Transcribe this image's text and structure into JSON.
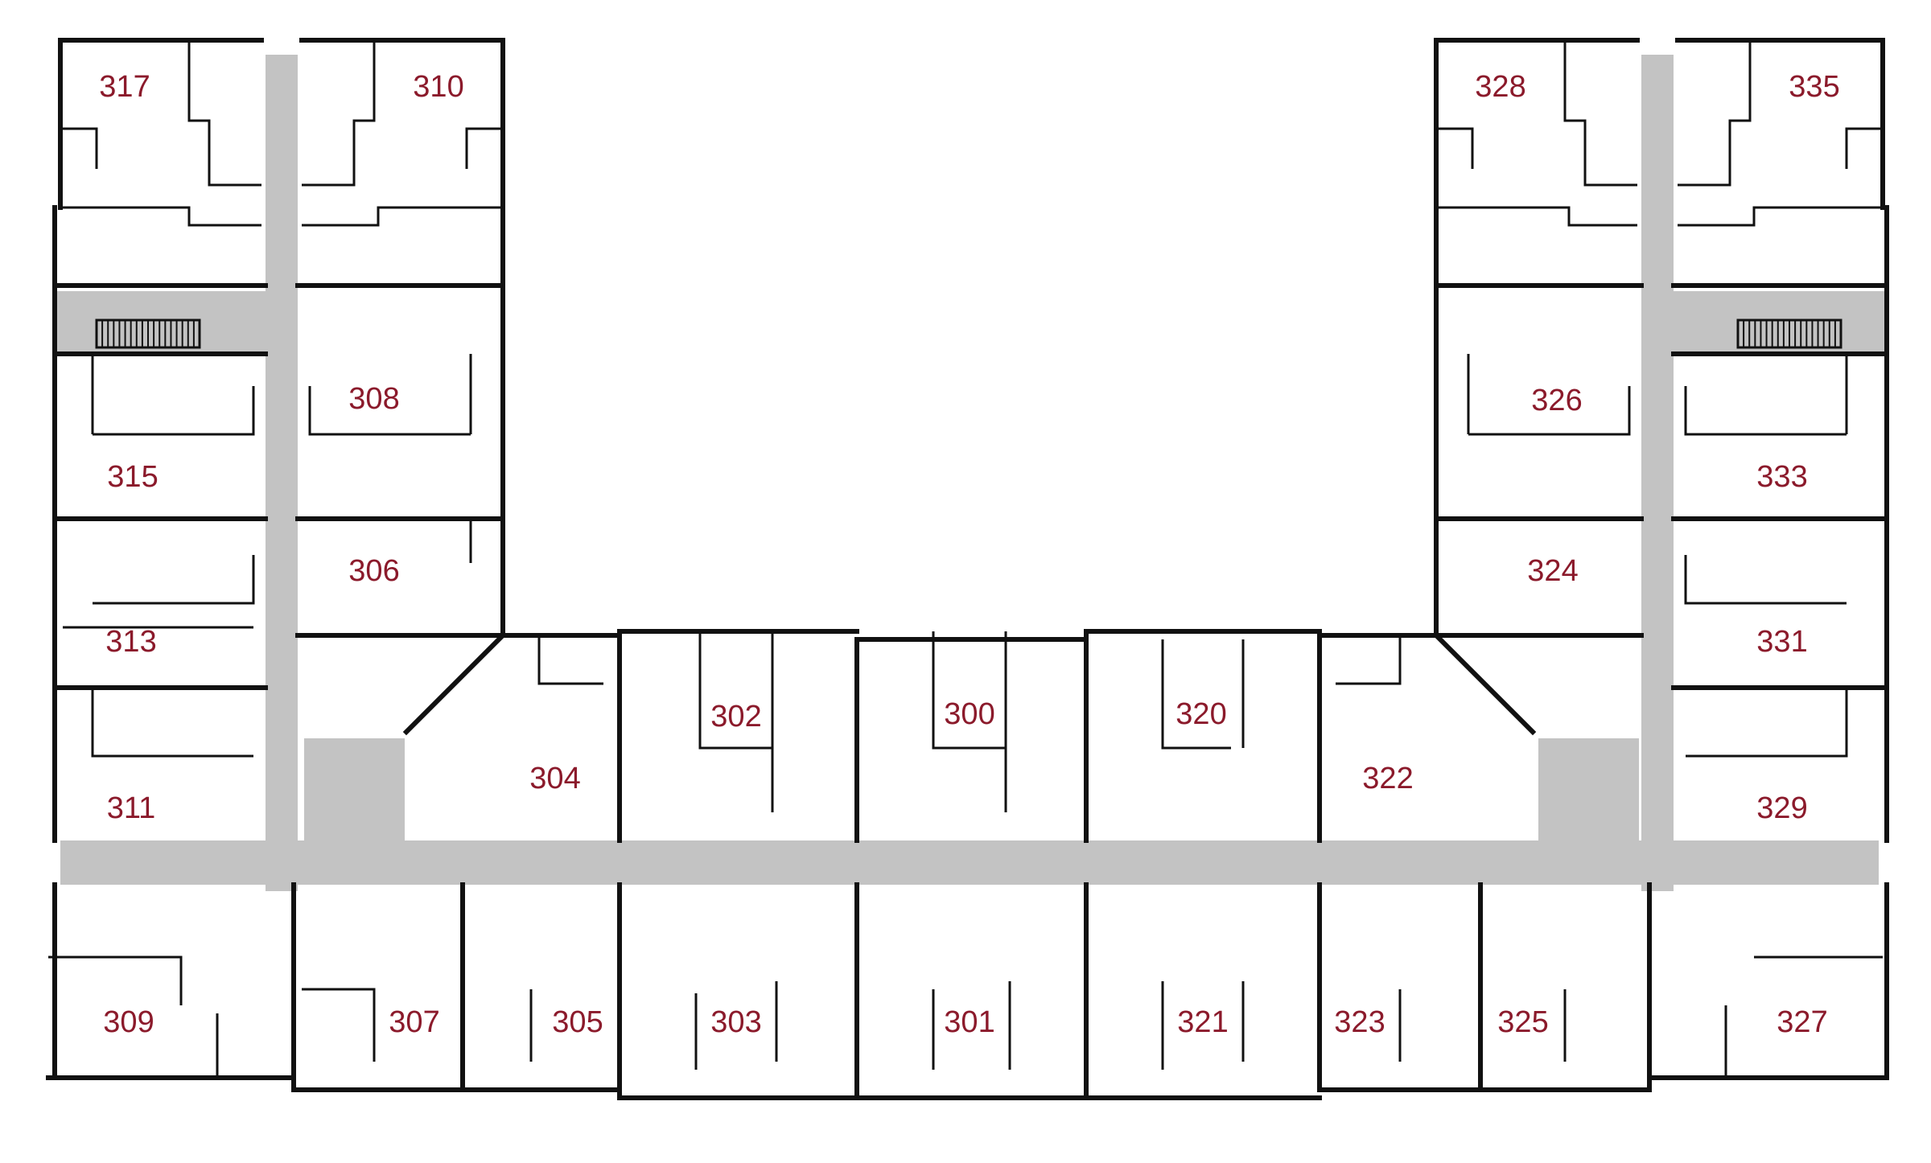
{
  "colors": {
    "corridor": "#c3c3c3",
    "wall": "#111111",
    "room_label": "#8b1a2b"
  },
  "rooms": [
    {
      "number": "317"
    },
    {
      "number": "310"
    },
    {
      "number": "328"
    },
    {
      "number": "335"
    },
    {
      "number": "308"
    },
    {
      "number": "326"
    },
    {
      "number": "315"
    },
    {
      "number": "333"
    },
    {
      "number": "306"
    },
    {
      "number": "324"
    },
    {
      "number": "313"
    },
    {
      "number": "331"
    },
    {
      "number": "302"
    },
    {
      "number": "300"
    },
    {
      "number": "320"
    },
    {
      "number": "304"
    },
    {
      "number": "322"
    },
    {
      "number": "311"
    },
    {
      "number": "329"
    },
    {
      "number": "309"
    },
    {
      "number": "307"
    },
    {
      "number": "305"
    },
    {
      "number": "303"
    },
    {
      "number": "301"
    },
    {
      "number": "321"
    },
    {
      "number": "323"
    },
    {
      "number": "325"
    },
    {
      "number": "327"
    }
  ]
}
